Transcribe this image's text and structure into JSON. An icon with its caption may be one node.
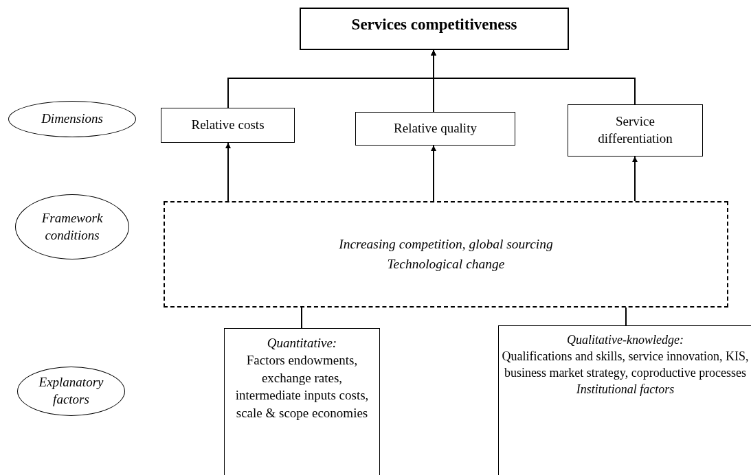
{
  "diagram": {
    "nodes": [
      {
        "text": [
          "Dimensions"
        ]
      },
      {
        "text": [
          "Framework conditions"
        ]
      },
      {
        "text": [
          "Explanatory factors"
        ]
      },
      {
        "text": [
          "Services competitiveness"
        ]
      },
      {
        "text": [
          "Relative costs"
        ]
      },
      {
        "text": [
          "Relative quality"
        ]
      },
      {
        "text": [
          "Service differentiation"
        ]
      },
      {
        "text": [
          "Increasing competition, global sourcing",
          "Technological change"
        ]
      },
      {
        "text": [
          "Quantitative:",
          "Factors endowments, exchange rates, intermediate inputs costs, scale & scope economies"
        ]
      },
      {
        "text": [
          "Qualitative-knowledge:",
          "Qualifications and skills, service innovation, KIS, business market strategy, coproductive processes",
          "Institutional factors"
        ]
      }
    ],
    "edges": [
      {
        "from": 4,
        "to": 3,
        "arrow": "to"
      },
      {
        "from": 5,
        "to": 3,
        "arrow": "to"
      },
      {
        "from": 6,
        "to": 3,
        "arrow": "to"
      },
      {
        "from": 7,
        "to": 4,
        "arrow": "to"
      },
      {
        "from": 7,
        "to": 5,
        "arrow": "to"
      },
      {
        "from": 7,
        "to": 6,
        "arrow": "to"
      },
      {
        "from": 8,
        "to": 7,
        "arrow": "none"
      },
      {
        "from": 9,
        "to": 7,
        "arrow": "none"
      }
    ]
  }
}
